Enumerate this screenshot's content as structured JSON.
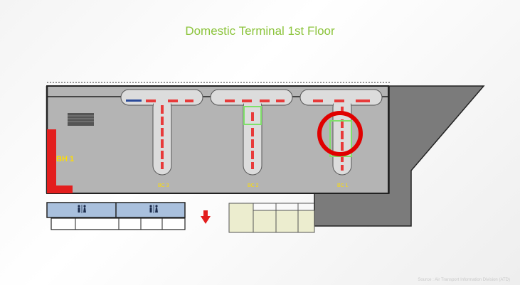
{
  "slide": {
    "title": "Domestic Terminal 1st Floor",
    "source_note": "Source : Air Transport Information Division (ATD)"
  },
  "map": {
    "baggage_hall_label": "BH 1",
    "baggage_claims": [
      {
        "label": "BC 3"
      },
      {
        "label": "BC 2"
      },
      {
        "label": "BC 1",
        "highlighted": true
      }
    ],
    "restroom_icon": "restroom-icon",
    "exit_arrow_icon": "down-arrow-icon",
    "highlight_color": "#e00000",
    "belt_color": "#e83a3a",
    "selection_color": "#7fe06a",
    "title_color": "#8cc43c"
  }
}
